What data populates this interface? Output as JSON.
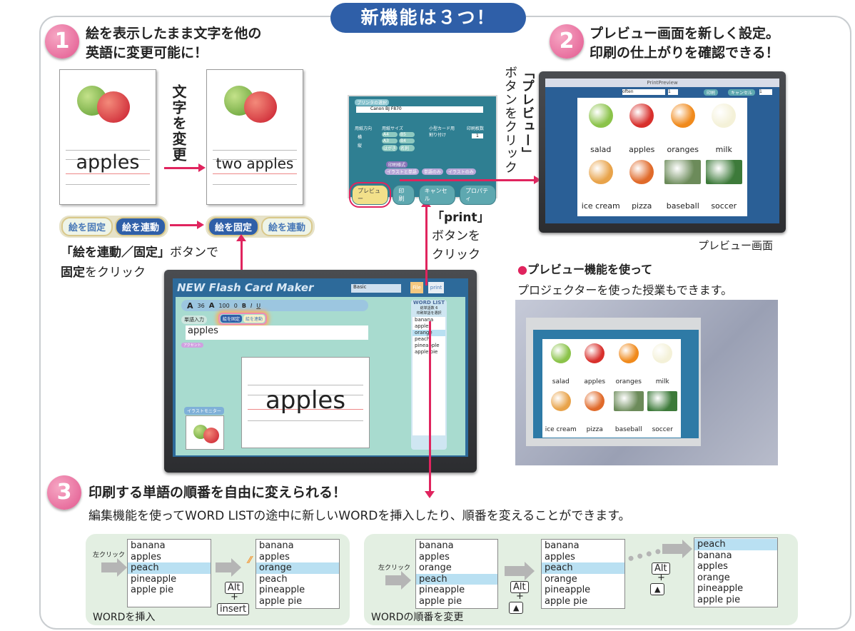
{
  "banner": "新機能は３つ！",
  "section1": {
    "number": "1",
    "title_line1": "絵を表示したまま文字を他の",
    "title_line2": "英語に変更可能に！",
    "card_before_word": "apples",
    "card_after_word": "two apples",
    "change_label": "文字を変更",
    "buttons_before": [
      "絵を固定",
      "絵を連動"
    ],
    "buttons_after": [
      "絵を固定",
      "絵を連動"
    ],
    "caption_bold": "「絵を連動／固定」",
    "caption_rest": "ボタンで",
    "caption2_bold": "固定",
    "caption2_rest": "をクリック"
  },
  "app": {
    "title": "NEW Flash Card Maker",
    "style_label": "Basic",
    "file_button": "File",
    "print_button": "print",
    "font_size": "36",
    "zoom": "100",
    "spacing": "0",
    "bold": "B",
    "italic": "I",
    "underline": "U",
    "word_input_label": "単語入力",
    "fix_button": "絵を固定",
    "link_button": "絵を連動",
    "word_input_value": "apples",
    "accent_label": "アクセント",
    "card_word": "apples",
    "illust_monitor_label": "イラストモニター",
    "word_list_title": "WORD LIST",
    "word_list_count_label": "総単語数",
    "word_list_count": "6",
    "word_list_sub": "印刷単語を選択",
    "word_list": [
      "banana",
      "apples",
      "orange",
      "peach",
      "pineapple",
      "apple pie"
    ],
    "word_list_selected": 2
  },
  "print_dialog": {
    "printer_label": "プリンタの選択",
    "printer": "Canon BJ F870",
    "orientation_label": "用紙方向",
    "orientation": [
      "横",
      "縦"
    ],
    "paper_label": "用紙サイズ",
    "paper": [
      "A4",
      "B5",
      "A3",
      "B4",
      "はがき",
      "名刺"
    ],
    "small_card_label": "小型カード用割り付け",
    "copies_label": "印刷枚数",
    "copies": "1",
    "style_label": "印刷様式",
    "styles": [
      "イラストと単語",
      "単語のみ",
      "イラストのみ"
    ],
    "buttons": [
      "プレビュー",
      "印刷",
      "キャンセル",
      "プロパティ"
    ]
  },
  "preview_instruction": "「プレビュー」ボタンをクリック",
  "preview_instruction_lines": [
    "「プレビュー」",
    "ボタンをクリック"
  ],
  "print_instruction": [
    "「print」",
    "ボタンを",
    "クリック"
  ],
  "section2": {
    "number": "2",
    "title_line1": "プレビュー画面を新しく設定。",
    "title_line2": "印刷の仕上がりを確認できる！",
    "preview_window_title": "PrintPreview",
    "toolbar_input": "often",
    "toolbar_num": "1",
    "toolbar_buttons": [
      "印刷",
      "キャンセル"
    ],
    "toolbar_page": "1",
    "items": [
      {
        "label": "salad",
        "color": "#8bc34a"
      },
      {
        "label": "apples",
        "color": "#d8302c"
      },
      {
        "label": "oranges",
        "color": "#f08a1c"
      },
      {
        "label": "milk",
        "color": "#f4f1d8"
      },
      {
        "label": "ice cream",
        "color": "#e8a34a"
      },
      {
        "label": "pizza",
        "color": "#e06a2a"
      },
      {
        "label": "baseball",
        "color": "#6c8b5a"
      },
      {
        "label": "soccer",
        "color": "#3d7a3a"
      }
    ],
    "preview_caption": "プレビュー画面",
    "feature_title": "●プレビュー機能を使って",
    "feature_desc": "プロジェクターを使った授業もできます。"
  },
  "section3": {
    "number": "3",
    "title": "印刷する単語の順番を自由に変えられる！",
    "desc": "編集機能を使ってWORD LISTの途中に新しいWORDを挿入したり、順番を変えることができます。",
    "click_label": "左クリック",
    "alt_key": "Alt",
    "plus": "+",
    "insert_key": "insert",
    "up_key": "▲",
    "insert_panel": {
      "caption": "WORDを挿入",
      "before": [
        "banana",
        "apples",
        "peach",
        "pineapple",
        "apple pie"
      ],
      "before_selected": 2,
      "after": [
        "banana",
        "apples",
        "orange",
        "peach",
        "pineapple",
        "apple pie"
      ],
      "after_selected": 2
    },
    "reorder_panel": {
      "caption": "WORDの順番を変更",
      "step1": [
        "banana",
        "apples",
        "orange",
        "peach",
        "pineapple",
        "apple pie"
      ],
      "step1_selected": 3,
      "step2": [
        "banana",
        "apples",
        "peach",
        "orange",
        "pineapple",
        "apple pie"
      ],
      "step2_selected": 2,
      "step3": [
        "peach",
        "banana",
        "apples",
        "orange",
        "pineapple",
        "apple pie"
      ],
      "step3_selected": 0
    }
  },
  "colors": {
    "accent_blue": "#2f5fa8",
    "accent_pink": "#e0245e",
    "highlight": "#b9e0f2",
    "panel": "#e3efe2"
  }
}
